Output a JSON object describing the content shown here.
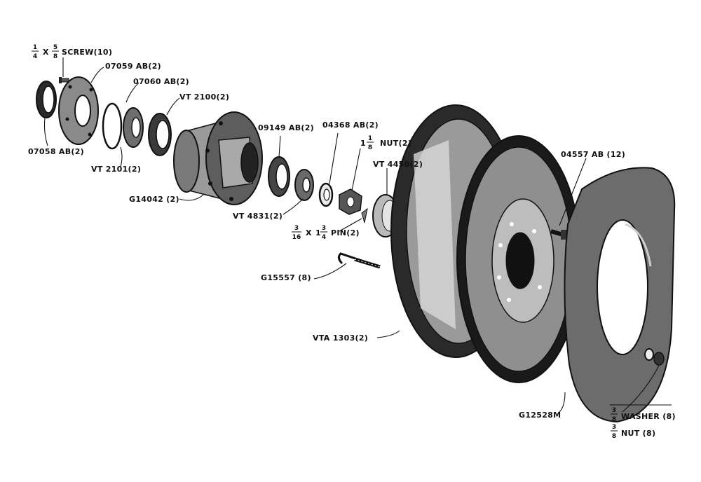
{
  "labels": {
    "screw": {
      "num": "1",
      "den": "4",
      "x": "X",
      "num2": "5",
      "den2": "8",
      "suffix": "SCREW(10)"
    },
    "p07059": "07059 AB(2)",
    "p07060": "07060 AB(2)",
    "vt2100": "VT 2100(2)",
    "p07058": "07058 AB(2)",
    "vt2101": "VT 2101(2)",
    "p09149": "09149 AB(2)",
    "p04368": "04368 AB(2)",
    "nut118": {
      "whole": "1",
      "num": "1",
      "den": "8",
      "suffix": "NUT(2)"
    },
    "vt4450": "VT 4450(2)",
    "g14042": "G14042 (2)",
    "vt4831": "VT 4831(2)",
    "pin": {
      "num": "3",
      "den": "16",
      "x": "X",
      "whole": "1",
      "num2": "3",
      "den2": "4",
      "suffix": "PIN(2)"
    },
    "g15557": "G15557 (8)",
    "p04557": "04557 AB (12)",
    "vta1303": "VTA 1303(2)",
    "g12528": "G12528M",
    "washer": {
      "num": "3",
      "den": "8",
      "suffix": "WASHER (8)"
    },
    "nut38": {
      "num": "3",
      "den": "8",
      "suffix": "NUT  (8)"
    }
  }
}
